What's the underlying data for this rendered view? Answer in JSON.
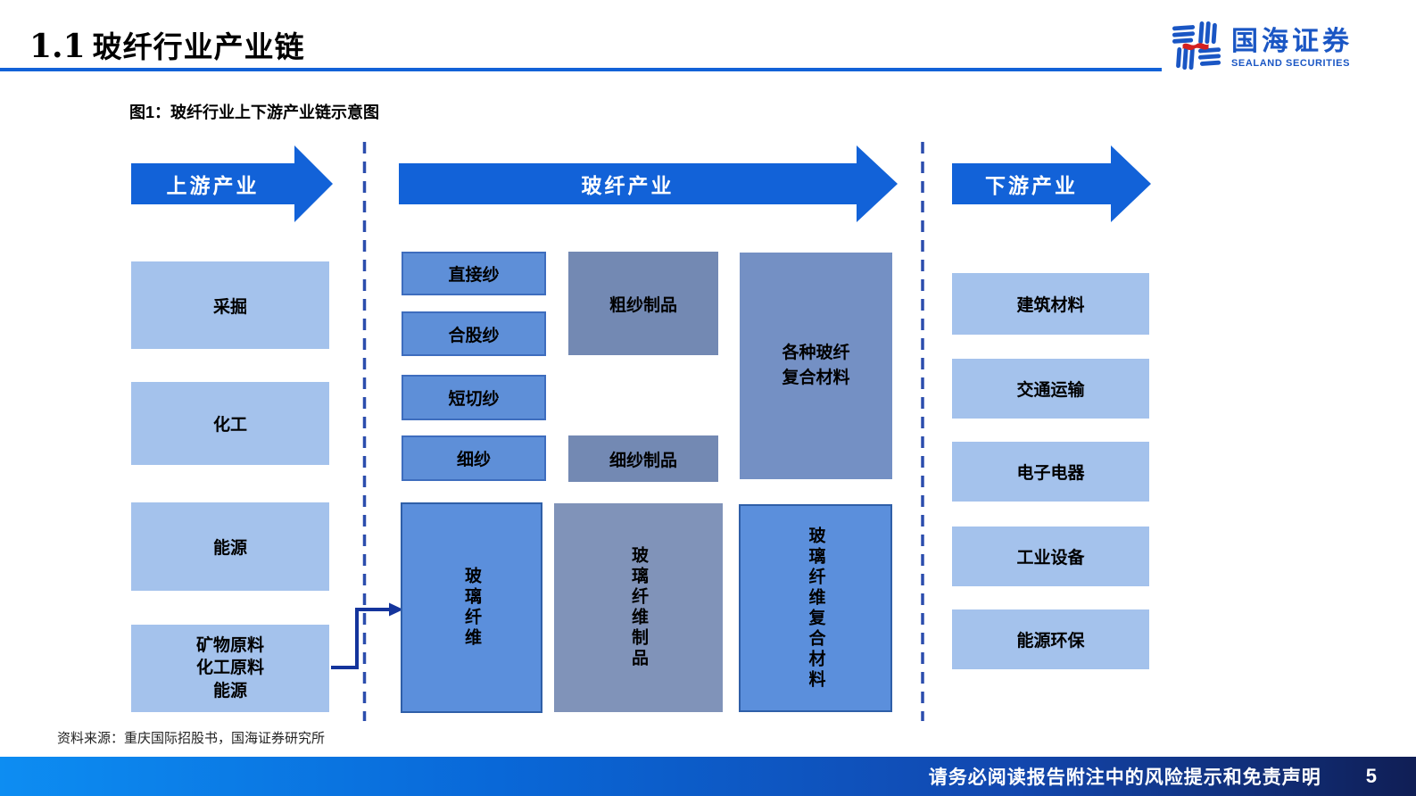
{
  "header": {
    "title_number": "1.1",
    "title_text": "玻纤行业产业链",
    "logo": {
      "cn": "国海证券",
      "en": "SEALAND SECURITIES"
    }
  },
  "figure_caption": "图1：玻纤行业上下游产业链示意图",
  "diagram": {
    "banners": [
      {
        "label": "上游产业"
      },
      {
        "label": "玻纤产业"
      },
      {
        "label": "下游产业"
      }
    ],
    "upstream_boxes": [
      "采掘",
      "化工",
      "能源",
      "矿物原料\n化工原料\n能源"
    ],
    "yarn_boxes": [
      "直接纱",
      "合股纱",
      "短切纱",
      "细纱"
    ],
    "product_boxes": [
      "粗纱制品",
      "细纱制品"
    ],
    "composite_box": "各种玻纤\n复合材料",
    "vertical_boxes": [
      "玻璃纤维",
      "玻璃纤维制品",
      "玻璃纤维复合材料"
    ],
    "downstream_boxes": [
      "建筑材料",
      "交通运输",
      "电子电器",
      "工业设备",
      "能源环保"
    ]
  },
  "source_text": "资料来源：重庆国际招股书，国海证券研究所",
  "footer": {
    "disclaimer": "请务必阅读报告附注中的风险提示和免责声明",
    "page_number": "5"
  },
  "colors": {
    "accent_blue": "#1262D8",
    "light_box": "#A4C2EC",
    "yarn_box": "#5E8FD8",
    "product_box": "#7389B3",
    "composite_box": "#7490C4",
    "bright_box": "#5B8FDC",
    "fiber_product_box": "#8093B9",
    "connector": "#14349C",
    "dashed_line": "#2B4DAD",
    "logo_blue": "#1A56C4",
    "logo_red": "#D42020"
  }
}
